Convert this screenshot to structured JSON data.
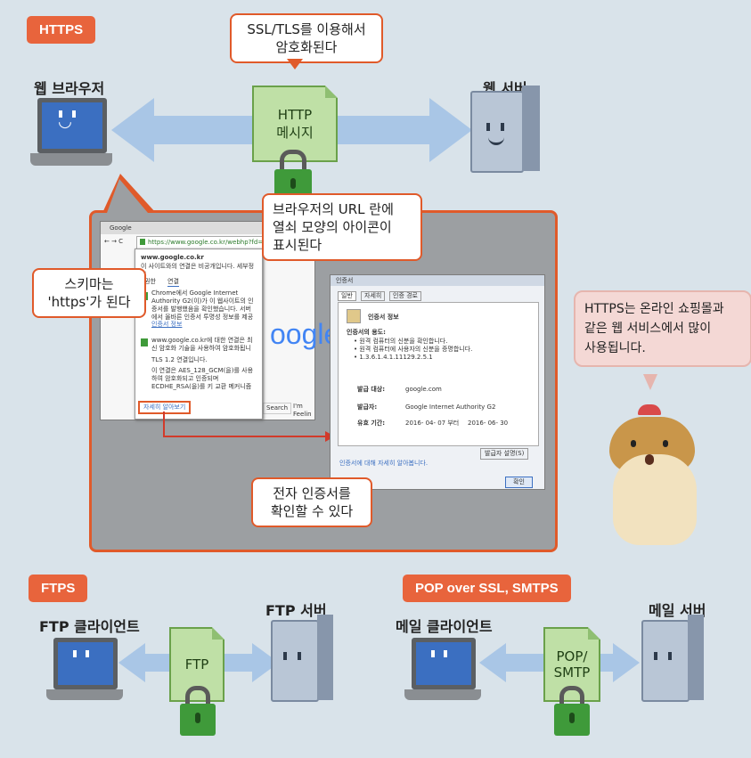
{
  "https": {
    "tag": "HTTPS",
    "ssl_callout": "SSL/TLS를 이용해서\n암호화된다",
    "browser_label": "웹 브라우저",
    "server_label": "웹 서버",
    "message_doc": "HTTP\n메시지",
    "url_callout": "브라우저의 URL 란에\n열쇠 모양의 아이콘이\n표시된다",
    "scheme_callout": "스키마는\n'https'가 된다",
    "cert_callout": "전자 인증서를\n확인할 수 있다"
  },
  "browser_window": {
    "tab": "Google",
    "url": "https://www.google.co.kr/webhp?fd=en",
    "popup_site": "www.google.co.kr",
    "popup_desc": "이 사이트와의 연결은 비공개입니다. 세부정보",
    "popup_tabs": [
      "권한",
      "연결"
    ],
    "popup_line1": "Chrome에서 Google Internet Authority G2(이)가 이 웹사이트의 인증서를 발행했음을 확인했습니다. 서버에서 올바른 인증서 투명성 정보를 제공했습니다.",
    "popup_link1": "인증서 정보",
    "popup_line2": "www.google.co.kr에 대한 연결은 최신 암호화 기술을 사용하여 암호화됩니다.",
    "popup_line3": "TLS 1.2 연결입니다.",
    "popup_line4": "이 연결은 AES_128_GCM(을)를 사용하여 암호화되고 인증되며 ECDHE_RSA(을)를 키 교환 메커니즘으로 사용합니다.",
    "popup_link2": "자세히 알아보기",
    "logo_fragment": "oogle",
    "search_btn": "Search",
    "lucky_btn": "I'm Feelin"
  },
  "cert_window": {
    "title": "인증서",
    "tabs": [
      "일반",
      "자세히",
      "인증 경로"
    ],
    "heading": "인증서 정보",
    "purpose_title": "인증서의 용도:",
    "purposes": [
      "• 원격 컴퓨터의 신분을 확인합니다.",
      "• 원격 컴퓨터에 사용자의 신분을 증명합니다.",
      "• 1.3.6.1.4.1.11129.2.5.1"
    ],
    "issued_to_label": "발급 대상:",
    "issued_to": "google.com",
    "issued_by_label": "발급자:",
    "issued_by": "Google Internet Authority G2",
    "valid_label": "유효 기간:",
    "valid_from": "2016- 04- 07 부터",
    "valid_to": "2016- 06- 30",
    "issuer_btn": "발급자 설명(S)",
    "learn_more": "인증서에 대해 자세히 알아봅니다.",
    "ok_btn": "확인"
  },
  "hamster_bubble": "HTTPS는 온라인 쇼핑몰과\n같은 웹 서비스에서 많이\n사용됩니다.",
  "ftps": {
    "tag": "FTPS",
    "client_label": "FTP 클라이언트",
    "server_label": "FTP 서버",
    "doc": "FTP"
  },
  "mail": {
    "tag": "POP over SSL, SMTPS",
    "client_label": "메일 클라이언트",
    "server_label": "메일 서버",
    "doc": "POP/\nSMTP"
  },
  "colors": {
    "accent": "#e8643c",
    "arrow": "#a9c6e6",
    "doc_fill": "#bfe0a6",
    "lock": "#3f9a3a",
    "panel": "#9c9fa2",
    "screen": "#3b6fc1"
  },
  "icons": [
    "laptop-icon",
    "server-icon",
    "lock-icon",
    "document-icon",
    "hamster-icon"
  ]
}
